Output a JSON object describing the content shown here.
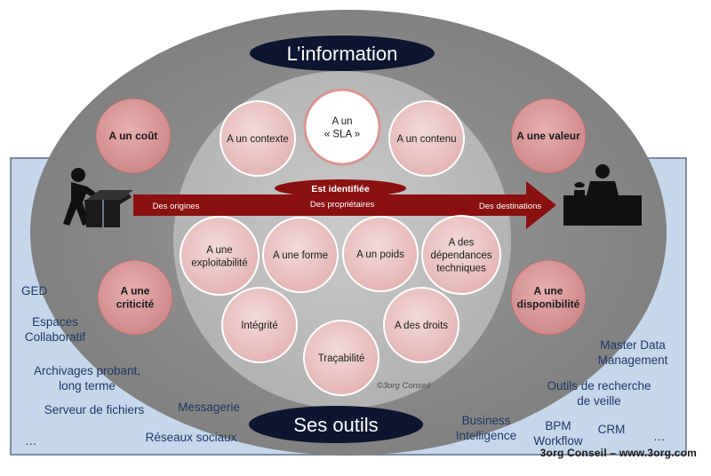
{
  "title": "L’information",
  "bottom_title": "Ses outils",
  "outer_attributes": {
    "cout": "A un coût",
    "valeur": "A une valeur",
    "criticite": "A une\ncriticité",
    "disponibilite": "A une\ndisponibilité"
  },
  "inner_attributes": {
    "contexte": "A un contexte",
    "sla": "A un\n« SLA »",
    "contenu": "A un contenu",
    "exploitabilite": "A une\nexploitabilité",
    "forme": "A une forme",
    "poids": "A un poids",
    "dependances": "A des\ndépendances\ntechniques",
    "integrite": "Intégrité",
    "droits": "A des droits",
    "tracabilite": "Traçabilité"
  },
  "arrow": {
    "identified": "Est identifiée",
    "origins": "Des origines",
    "owners": "Des propriétaires",
    "destinations": "Des destinations"
  },
  "watermark": "©3org Conseil",
  "tools_left": {
    "ged": "GED",
    "espaces": "Espaces\nCollaboratif",
    "archivages": "Archivages probant,\nlong terme",
    "serveur": "Serveur de fichiers",
    "ellipsis": "…"
  },
  "tools_middle": {
    "messagerie": "Messagerie",
    "reseaux": "Réseaux sociaux"
  },
  "tools_right": {
    "mdm": "Master Data\nManagement",
    "outils": "Outils de recherche\nde veille",
    "bi": "Business\nIntelligence",
    "bpm": "BPM\nWorkflow",
    "crm": "CRM",
    "ellipsis": "…"
  },
  "footer": "3org Conseil – www.3org.com",
  "colors": {
    "outer_ellipse": "#8c8c8c",
    "inner_circle": "#bdbdbd",
    "pink_circle": "#e8bcbc",
    "dark_pink": "#d99595",
    "arrow": "#8b1010",
    "navy": "#0d1530",
    "light_blue": "#c6d7ec"
  }
}
